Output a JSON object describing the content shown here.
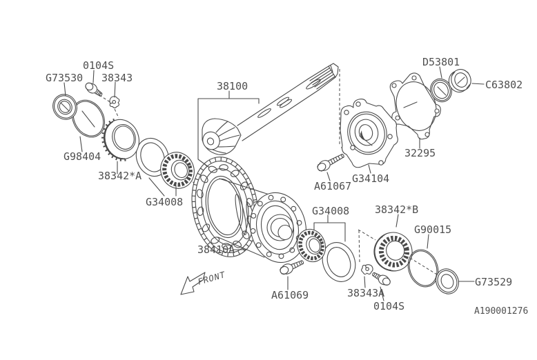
{
  "diagram": {
    "drawing_code": "A190001276",
    "front_label": "FRONT",
    "background_color": "#ffffff",
    "line_color": "#4a4a4a",
    "label_color": "#4f4f4f",
    "labels": {
      "seal_g73530": "G73530",
      "bolt_0104s_top": "0104S",
      "clip_38343": "38343",
      "oring_g98404": "G98404",
      "bearing_38342_a": "38342*A",
      "washer_g34008_left": "G34008",
      "gearset_38100": "38100",
      "seal_d53801": "D53801",
      "nut_c63802": "C63802",
      "gasket_32295": "32295",
      "retainer_g34104": "G34104",
      "bolt_a61067": "A61067",
      "case_38410a": "38410A",
      "washer_g34008_right": "G34008",
      "bearing_38342_b": "38342*B",
      "oring_g90015": "G90015",
      "seal_g73529": "G73529",
      "bolt_a61069": "A61069",
      "clip_38343a": "38343A",
      "bolt_0104s_bottom": "0104S"
    }
  }
}
